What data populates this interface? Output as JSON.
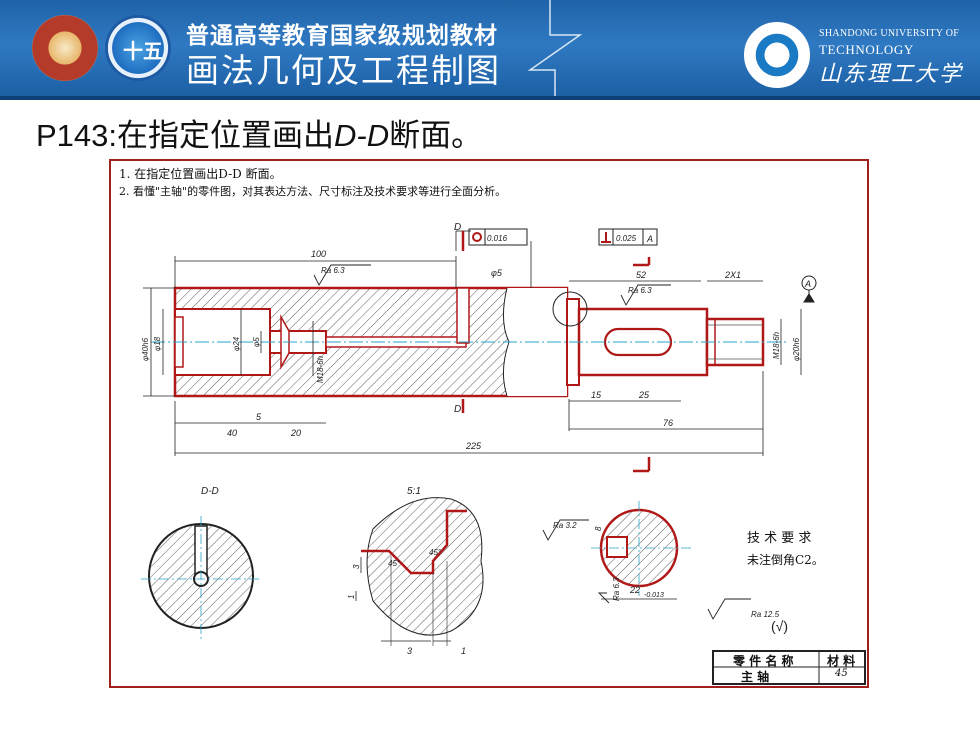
{
  "header": {
    "subtitle": "普通高等教育国家级规划教材",
    "title": "画法几何及工程制图",
    "logo_left_text": "十五",
    "university_en_1": "SHANDONG UNIVERSITY OF",
    "university_en_2": "TECHNOLOGY",
    "university_cn": "山东理工大学"
  },
  "slide": {
    "title_prefix": "P143:在指定位置画出",
    "title_section": "D-D",
    "title_suffix": "断面。"
  },
  "drawing": {
    "note1": "1. 在指定位置画出D-D 断面。",
    "note2": "2. 看懂\"主轴\"的零件图，对其表达方法、尺寸标注及技术要求等进行全面分析。",
    "section_label": "D-D",
    "detail_scale": "5:1",
    "tech_req_title": "技 术 要 求",
    "tech_req_body": "未注倒角C2。",
    "general_roughness": "Ra 12.5",
    "general_roughness_suffix": "(√)",
    "dims": {
      "d100": "100",
      "d52": "52",
      "d2x1": "2X1",
      "d5": "5",
      "d40": "40",
      "d20": "20",
      "d15": "15",
      "d25": "25",
      "d76": "76",
      "d225": "225",
      "phi40": "φ40h6",
      "phi18": "φ18",
      "phi24": "φ24",
      "phi5": "φ5",
      "phi5top": "φ5",
      "phi20": "φ20h6",
      "m18": "M18-6h",
      "ra63a": "Ra 6.3",
      "ra63b": "Ra 6.3",
      "ra32": "Ra 3.2",
      "ra63c": "Ra 6.3",
      "tol1": "0.016",
      "tol2": "0.025",
      "datum": "A",
      "d3a": "3",
      "d1a": "1",
      "d3b": "3",
      "d1b": "1",
      "ang45a": "45°",
      "ang45b": "45°",
      "d22": "22",
      "d22tol": "-0.013",
      "d8": "8",
      "letterD1": "D",
      "letterD2": "D"
    },
    "title_block": {
      "part_name_label": "零 件 名 称",
      "material_label": "材 料",
      "part_name": "主 轴",
      "material": "45"
    }
  }
}
